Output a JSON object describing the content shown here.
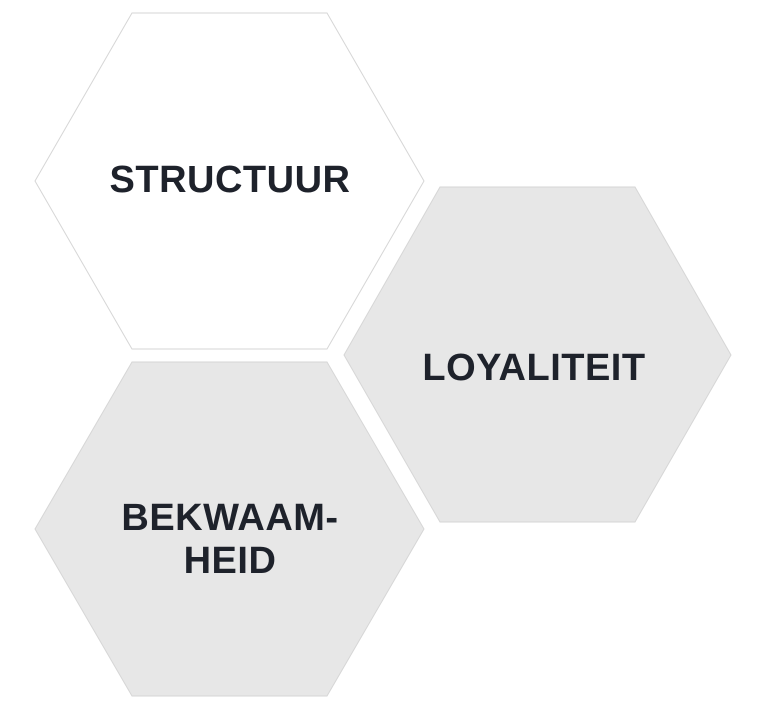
{
  "hexagons": [
    {
      "id": "structuur",
      "label": "STRUCTUUR",
      "fill": "#ffffff",
      "text_color": "#1e222b"
    },
    {
      "id": "loyaliteit",
      "label": "LOYALITEIT",
      "fill": "#e7e7e7",
      "text_color": "#1e222b"
    },
    {
      "id": "bekwaamheid",
      "label_line1": "BEKWAAM-",
      "label_line2": "HEID",
      "fill": "#e7e7e7",
      "text_color": "#1e222b"
    }
  ]
}
